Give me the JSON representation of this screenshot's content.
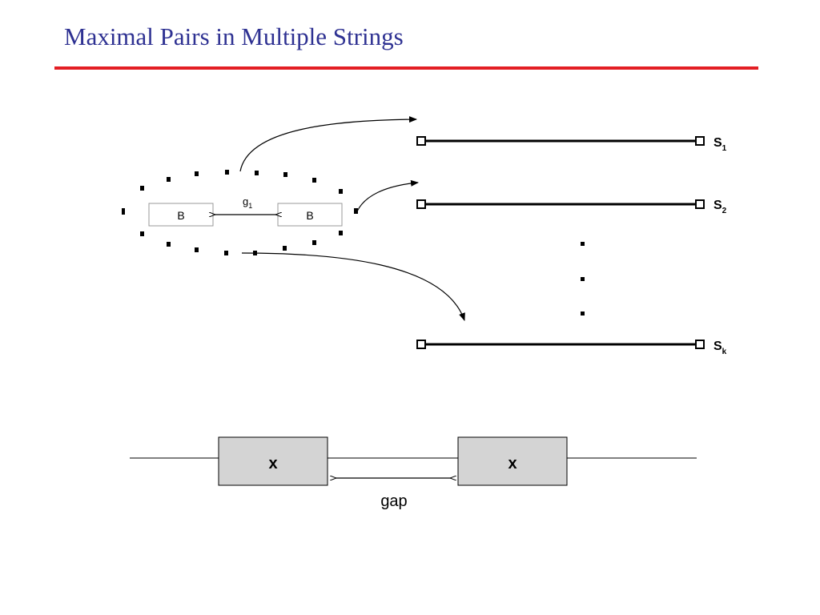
{
  "slide": {
    "title": "Maximal Pairs in Multiple Strings"
  },
  "pair": {
    "left_block": "B",
    "right_block": "B",
    "gap_label": "g",
    "gap_sub": "1"
  },
  "strings": [
    {
      "name": "S",
      "sub": "1"
    },
    {
      "name": "S",
      "sub": "2"
    },
    {
      "name": "S",
      "sub": "k"
    }
  ],
  "gap_diagram": {
    "left_block": "x",
    "right_block": "x",
    "gap_label": "gap"
  },
  "colors": {
    "title": "#2e3192",
    "rule": "#e31e24",
    "gap_block_fill": "#d4d4d4"
  }
}
